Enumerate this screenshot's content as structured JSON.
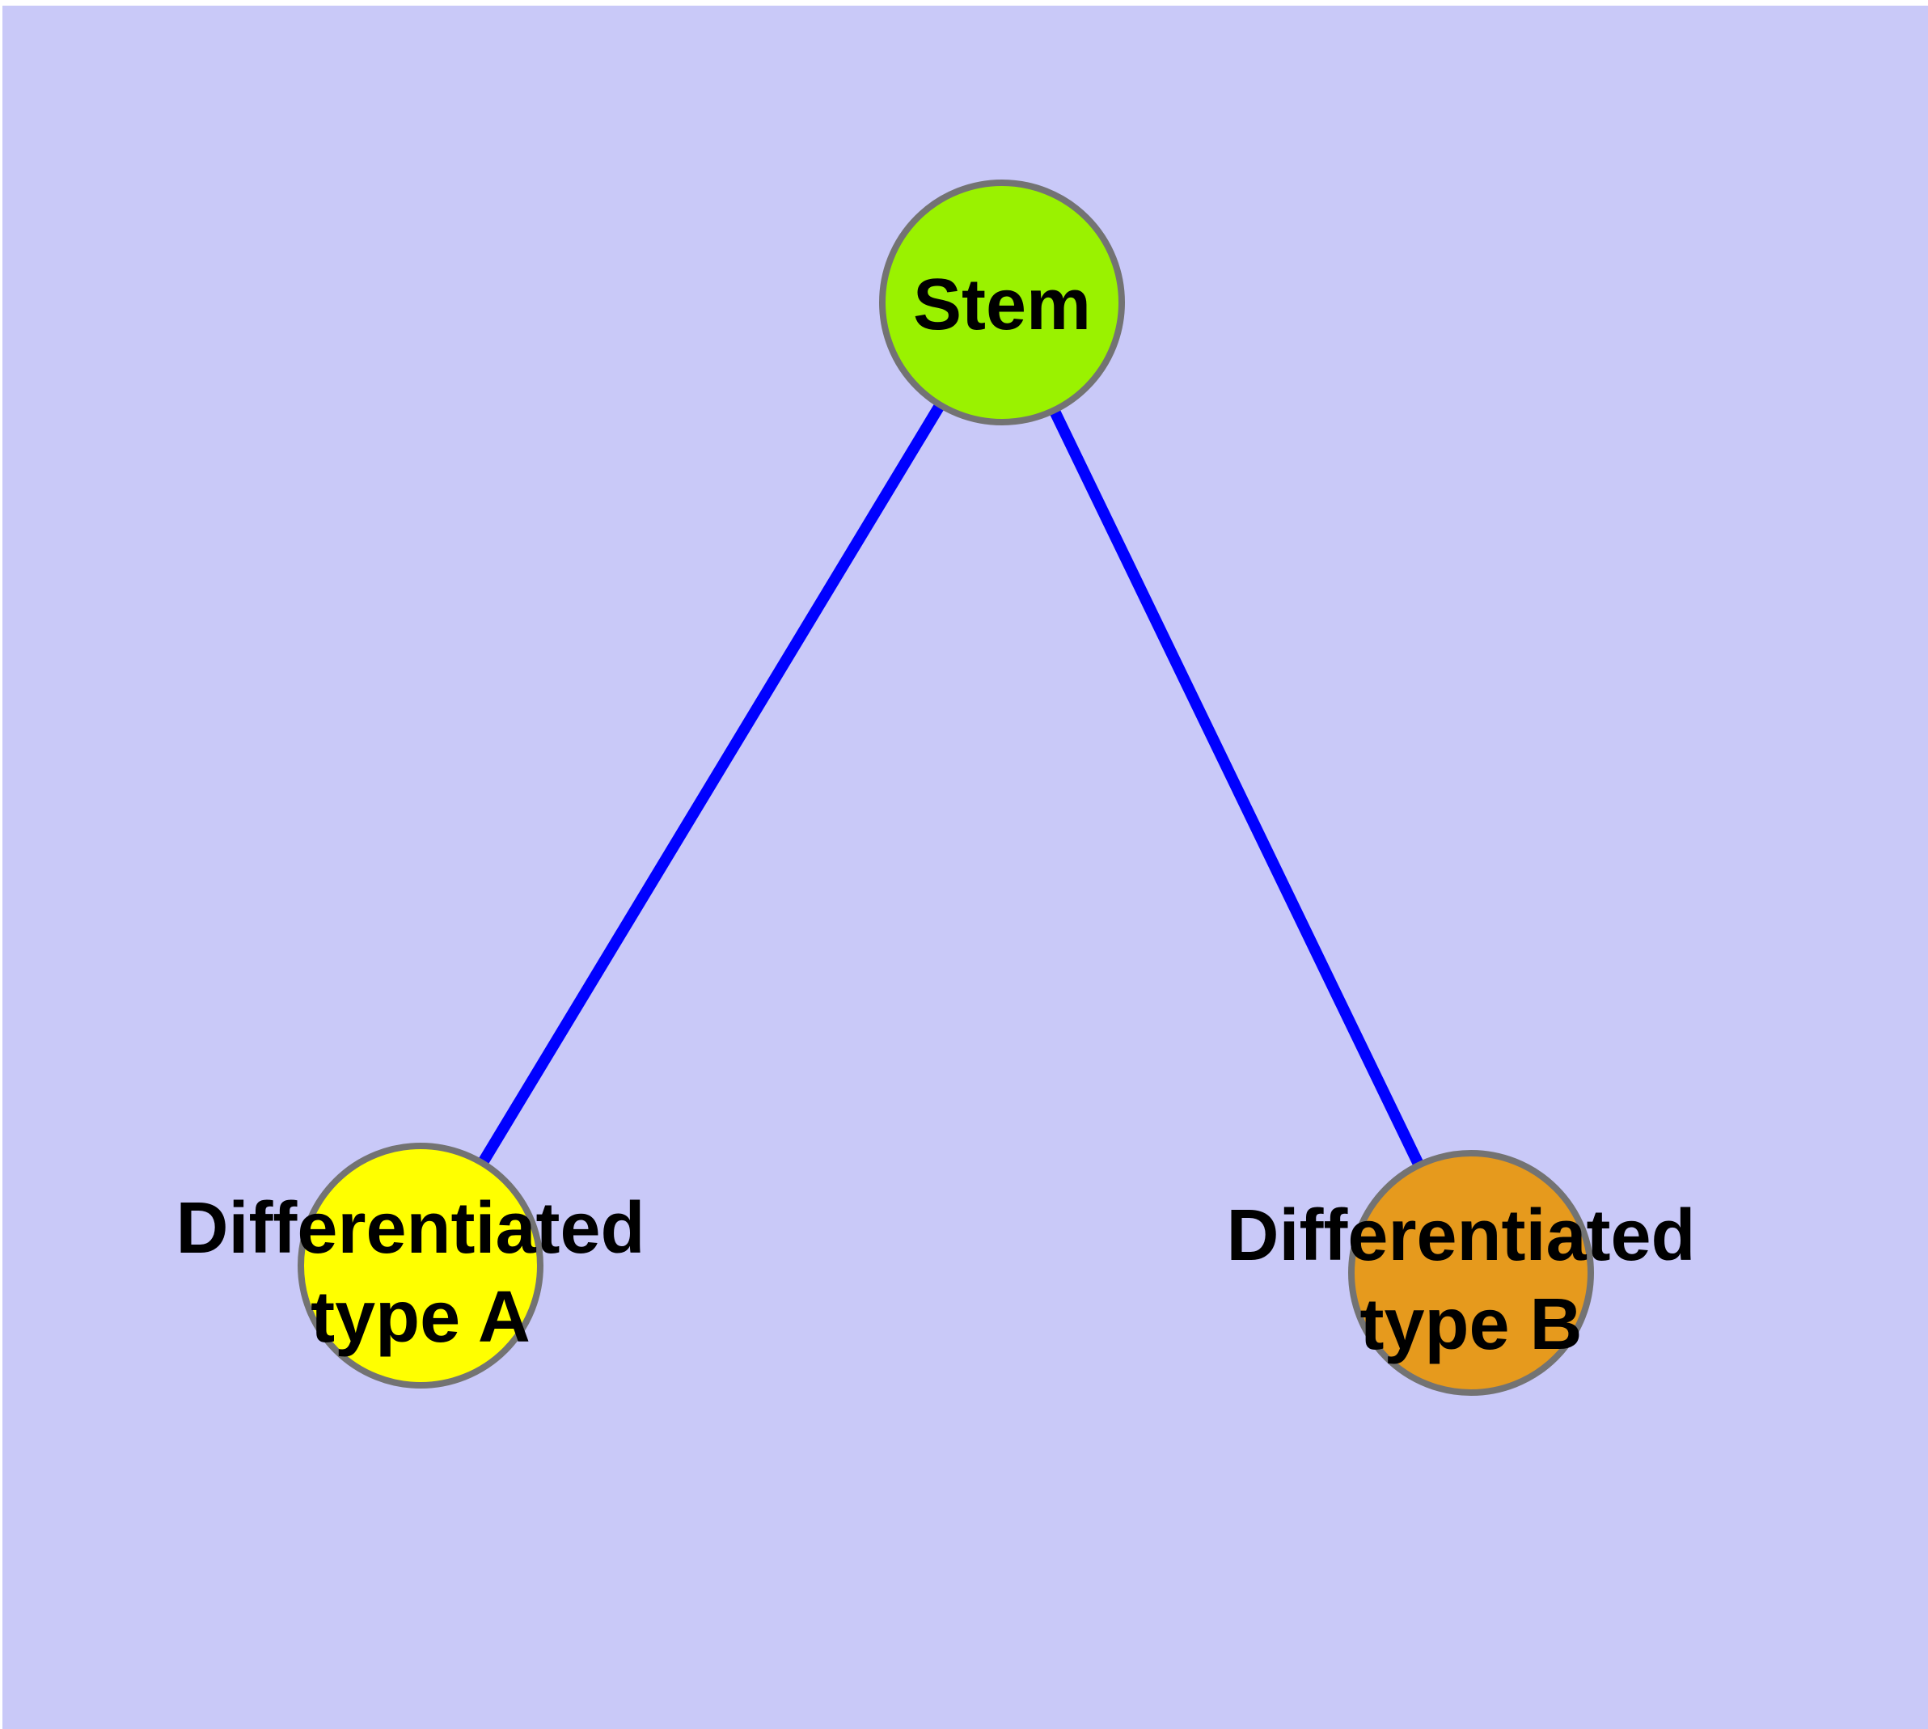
{
  "diagram": {
    "background_color": "#c9c9f8",
    "page_margin_color": "#ffffff",
    "text_color": "#000000",
    "node_border_color": "#737373",
    "edge_color": "#0000ff",
    "nodes": {
      "stem": {
        "label": "Stem",
        "fill": "#9af200"
      },
      "type_a": {
        "label_line1": "Differentiated",
        "label_line2": "type A",
        "fill": "#ffff00"
      },
      "type_b": {
        "label_line1": "Differentiated",
        "label_line2": "type B",
        "fill": "#e69a1d"
      }
    },
    "edges": [
      {
        "from": "Stem",
        "to": "Differentiated type A"
      },
      {
        "from": "Stem",
        "to": "Differentiated type B"
      }
    ]
  }
}
